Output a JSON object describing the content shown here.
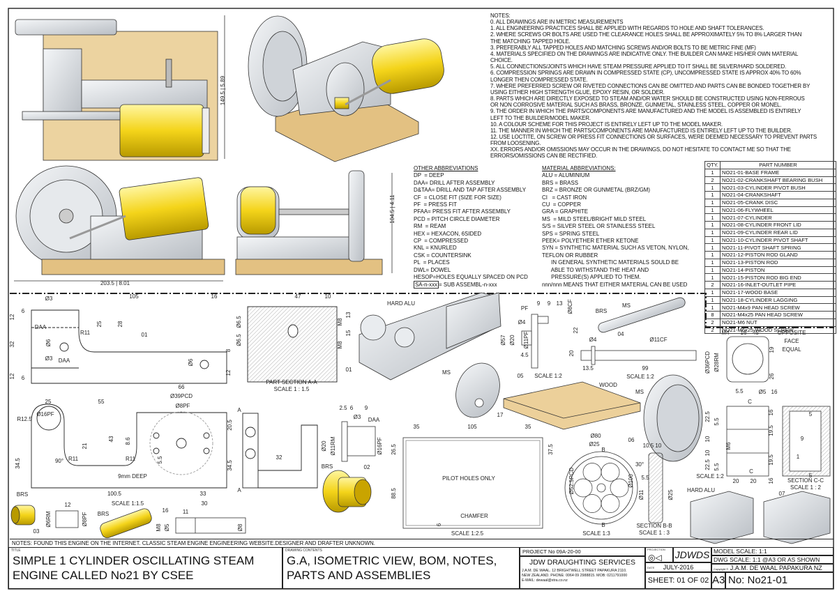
{
  "notes": {
    "heading": "NOTES:",
    "lines": [
      "0. ALL DRAWINGS ARE IN METRIC MEASUREMENTS",
      "1. ALL ENGINEERING PRACTICES SHALL BE APPLIED WITH REGARDS TO HOLE AND SHAFT TOLERANCES.",
      "2. WHERE SCREWS OR BOLTS ARE USED THE CLEARANCE HOLES SHALL BE APPROXIMATELY 5% TO 8% LARGER THAN",
      "THE MATCHING TAPPED HOLE.",
      "3. PREFERABLY ALL TAPPED HOLES AND MATCHING SCREWS AND/OR BOLTS TO BE METRIC FINE (MF)",
      "4. MATERIALS SPECIFIED ON THE DRAWINGS ARE INDICATIVE ONLY. THE BUILDER CAN MAKE HIS/HER OWN MATERIAL",
      "CHOICE.",
      "5. ALL CONNECTIONS/JOINTS WHICH HAVE STEAM PRESSURE APPLIED TO IT SHALL BE SILVER/HARD SOLDERED.",
      "6. COMPRESSION SPRINGS ARE DRAWN IN COMPRESSED STATE (CP), UNCOMPRESSED STATE IS APPROX 40% TO 60%",
      "LONGER THEN COMPRESSED STATE.",
      "7. WHERE PREFERRED SCREW OR RIVETED CONNECTIONS CAN BE OMITTED AND PARTS CAN BE BONDED TOGETHER BY",
      "USING EITHER HIGH STRENGTH GLUE, EPOXY RESIN, OR SOLDER.",
      "8. PARTS WHICH ARE DIRECTLY EXPOSED TO STEAM AND/OR WATER SHOULD BE CONSTRUCTED USING NON-FERROUS",
      "OR NON CORROSIVE MATERIAL SUCH AS BRASS, BRONZE, GUNMETAL, STAINLESS STEEL, COPPER OR MONEL.",
      "9. THE ORDER IN WHICH THE PARTS/COMPONENTS ARE MANUFACTURED AND THE MODEL IS ASSEMBLED IS ENTIRELY",
      "LEFT TO THE BUILDER/MODEL MAKER.",
      "10. A COLOUR SCHEME FOR THIS PROJECT IS ENTIRELY LEFT UP TO THE MODEL MAKER.",
      "11. THE MANNER IN WHICH THE PARTS/COMPONENTS ARE MANUFACTURED IS ENTIRELY LEFT UP TO THE BUILDER.",
      "12. USE LOCTITE, ON SCREW OR PRESS FIT CONNECTIONS OR SURFACES, WERE DEEMED NECESSARY TO PREVENT PARTS",
      "FROM LOOSENING.",
      "XX. ERRORS AND/OR OMISSIONS MAY OCCUR IN THE DRAWINGS, DO NOT HESITATE TO CONTACT ME SO THAT THE",
      "ERRORS/OMISSIONS CAN BE RECTIFIED."
    ]
  },
  "other_abbreviations": {
    "heading": "OTHER ABBREVIATIONS",
    "items": [
      "DP  = DEEP",
      "DAA= DRILL AFTER ASSEMBLY",
      "D&TAA= DRILL AND TAP AFTER ASSEMBLY",
      "CF  = CLOSE FIT (SIZE FOR SIZE)",
      "PF  = PRESS FIT",
      "PFAA= PRESS FIT AFTER ASSEMBLY",
      "PCD = PITCH CIRCLE DIAMETER",
      "RM  = REAM",
      "HEX = HEXACON, 6SIDED",
      "CP  = COMPRESSED",
      "KNL = KNURLED",
      "CSK = COUNTERSINK",
      "PL  = PLACES",
      "DWL= DOWEL",
      "HESOP=HOLES EQUALLY SPACED ON PCD"
    ],
    "sa_box": "SA-n-xxx",
    "sa_text": "= SUB ASSEMBL-n-xxx"
  },
  "material_abbreviations": {
    "heading": "MATERIAL ABBREVIATIONS:",
    "items": [
      "ALU = ALUMINIUM",
      "BRS = BRASS",
      "BRZ = BRONZE OR GUNMETAL (BRZ/GM)",
      "CI   = CAST IRON",
      "CU  = COPPER",
      "GRA = GRAPHITE",
      "MS  = MILD STEEL/BRIGHT MILD STEEL",
      "S/S = SILVER STEEL OR STAINLESS STEEL",
      "SPS = SPRING STEEL",
      "PEEK= POLYETHER ETHER KETONE",
      "SYN = SYNTHETIC MATERIAL SUCH AS VETON, NYLON,",
      "TEFLON OR RUBBER",
      "      IN GENERAL SYNTHETIC MATERIALS SOULD BE",
      "      ABLE TO WITHSTAND THE HEAT AND",
      "      PRESSURE(S) APPLIED TO THEM.",
      "nnn/nnn MEANS THAT EITHER MATERIAL CAN BE USED"
    ]
  },
  "bom": {
    "headers": [
      "QTY.",
      "PART NUMBER"
    ],
    "rows": [
      {
        "qty": "1",
        "part": "NO21-01-BASE FRAME"
      },
      {
        "qty": "2",
        "part": "NO21-02-CRANKSHAFT BEARING BUSH"
      },
      {
        "qty": "1",
        "part": "NO21-03-CYLINDER PIVOT BUSH"
      },
      {
        "qty": "1",
        "part": "NO21-04-CRANKSHAFT"
      },
      {
        "qty": "1",
        "part": "NO21-05-CRANK DISC"
      },
      {
        "qty": "1",
        "part": "NO21-06-FLYWHEEL"
      },
      {
        "qty": "1",
        "part": "NO21-07-CYLINDER"
      },
      {
        "qty": "1",
        "part": "NO21-08-CYLINDER FRONT LID"
      },
      {
        "qty": "1",
        "part": "NO21-09-CYLINDER REAR LID"
      },
      {
        "qty": "1",
        "part": "NO21-10-CYLINDER PIVOT SHAFT"
      },
      {
        "qty": "1",
        "part": "NO21-11-PIVOT SHAFT SPRING"
      },
      {
        "qty": "1",
        "part": "NO21-12-PISTON ROD GLAND"
      },
      {
        "qty": "1",
        "part": "NO21-13-PISTON ROD"
      },
      {
        "qty": "1",
        "part": "NO21-14-PISTON"
      },
      {
        "qty": "1",
        "part": "NO21-15-PISTON ROD BIG END"
      },
      {
        "qty": "2",
        "part": "NO21-16-INLET-OUTLET PIPE"
      },
      {
        "qty": "1",
        "part": "NO21-17-WOOD BASE"
      },
      {
        "qty": "1",
        "part": "NO21-18-CYLINDER LAGGING"
      },
      {
        "qty": "1",
        "part": "NO21-M4x9 PAN HEAD SCREW"
      },
      {
        "qty": "8",
        "part": "NO21-M4x25 PAN HEAD SCREW"
      },
      {
        "qty": "2",
        "part": "NO21-M6 NUT"
      },
      {
        "qty": "2",
        "part": "NO21-M6x25-WOOD SCREW"
      }
    ]
  },
  "labels": [
    "149.5 | 5.89",
    "203.5 | 8.01",
    "104.5 | 4.11",
    "Ø3",
    "105",
    "16",
    "12",
    "6",
    "DAA",
    "R11",
    "25",
    "28",
    "01",
    "32",
    "Ø6",
    "Ø6",
    "8",
    "Ø3",
    "DAA",
    "12",
    "6",
    "12",
    "47",
    "10",
    "Ø6.5",
    "Ø6.5",
    "13",
    "M8",
    "15",
    "M8",
    "PART SECTION A-A",
    "SCALE 1 : 1.5",
    "HARD ALU",
    "01",
    "66",
    "Ø39PCD",
    "Ø8PF",
    "25",
    "55",
    "Ø16PF",
    "R12.5",
    "43",
    "8.6",
    "20.5",
    "21",
    "R11",
    "90°",
    "R11",
    "34.5",
    "34.5",
    "5.5",
    "9mm DEEP",
    "100.5",
    "33",
    "SCALE 1:1.5",
    "30",
    "A",
    "A",
    "32",
    "2.5",
    "6",
    "9",
    "Ø3",
    "DAA",
    "Ø20",
    "Ø11RM",
    "Ø16PF",
    "BRS",
    "02",
    "BRS",
    "12",
    "Ø6RM",
    "Ø8PF",
    "03",
    "BRS",
    "16",
    "11",
    "M8",
    "Ø5",
    "Ø8",
    "35",
    "105",
    "35",
    "26.5",
    "37.5",
    "PILOT HOLES ONLY",
    "88.5",
    "CHAMFER",
    "6",
    "SCALE 1:2.5",
    "17",
    "PF",
    "9",
    "9",
    "13",
    "Ø8CF",
    "Ø4",
    "Ø57",
    "Ø20",
    "Ø11PF",
    "22",
    "4.5",
    "MS",
    "05",
    "SCALE 1:2",
    "BRS",
    "MS",
    "04",
    "Ø4",
    "Ø11CF",
    "20",
    "13.5",
    "99",
    "SCALE 1:2",
    "WOOD",
    "MS",
    "Ø80",
    "Ø25",
    "B",
    "Ø52.5PCD",
    "Ø100",
    "06",
    "B",
    "SCALE 1:3",
    "10.5 10",
    "30°",
    "5.5",
    "Ø11",
    "Ø25",
    "SECTION B-B",
    "SCALE 1 : 3",
    "M4",
    "16",
    "45°",
    "OPPOSITE",
    "FACE",
    "EQUAL",
    "Ø36PCD",
    "Ø28RM",
    "19",
    "26",
    "5.5",
    "Ø5",
    "16",
    "C",
    "22.5",
    "5.5",
    "10",
    "10",
    "M6",
    "16",
    "19.5",
    "19.5",
    "16",
    "5",
    "9",
    "1",
    "5",
    "22.5",
    "5.5",
    "SCALE 1:2",
    "C",
    "20",
    "20",
    "07",
    "SECTION C-C",
    "SCALE 1 : 2",
    "HARD ALU"
  ],
  "footer_note": "NOTES: FOUND THIS ENGINE ON THE INTERNET. CLASSIC STEAM ENGINE ENGINEERING WEBSITE.DESIGNER AND DRAFTER UNKNOWN.",
  "title_block": {
    "title_label": "TITLE",
    "title_line1": "SIMPLE 1 CYLINDER OSCILLATING STEAM",
    "title_line2": "ENGINE CALLED No21 BY CSEE",
    "contents_label": "DRAWING CONTENTS",
    "contents_line1": "G.A, ISOMETRIC VIEW, BOM, NOTES,",
    "contents_line2": "PARTS AND ASSEMBLIES",
    "project": "PROJECT No  09A-20-00",
    "company": "JDW DRAUGHTING SERVICES",
    "address1": "J.A.M. DE WAAL. 12 BRIGHTWELL STREET PAPAKURA 2110.",
    "address2": "NEW ZEALAND. PHONE: 0064 09 2988815. MOB: 0211791000",
    "email": "E-MAIL: dewaal@xtra.co.nz",
    "projection_label": "PROJECTION",
    "logo": "JDWDS",
    "date_label": "DATE",
    "date": "JULY-2016",
    "sheet": "SHEET: 01 OF 02",
    "size": "A3",
    "model_scale": "MODEL SCALE: 1:1",
    "dwg_scale": "DWG SCALE: 1:1 @A3 OR AS SHOWN",
    "copyright_label": "Copyright ©",
    "copyright": "J.A.M. DE WAAL PAPAKURA NZ",
    "number": "No: No21-01"
  },
  "colors": {
    "brass": "#f2d21c",
    "wood": "#e8c98f",
    "metal": "#d9dde2",
    "line": "#222222"
  }
}
